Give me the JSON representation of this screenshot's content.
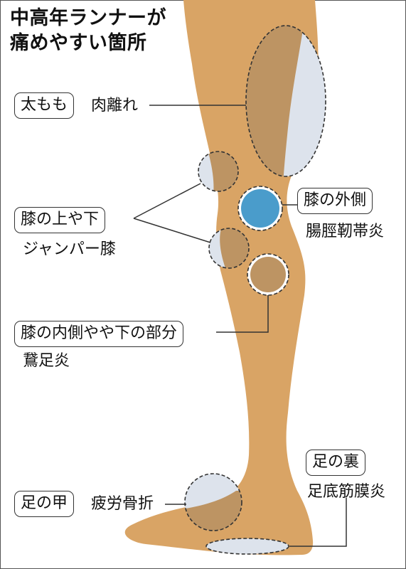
{
  "title": {
    "line1": "中高年ランナーが",
    "line2": "痛めやすい箇所"
  },
  "colors": {
    "leg": "#d9a465",
    "zone": "#bd9463",
    "light": "#dde3ec",
    "highlight": "#4a9ccb",
    "outline": "#333333"
  },
  "callouts": {
    "thigh": {
      "label": "太もも",
      "condition": "肉離れ"
    },
    "knee_above_below": {
      "label": "膝の上や下",
      "condition": "ジャンパー膝"
    },
    "knee_outer": {
      "label": "膝の外側",
      "condition": "腸脛靭帯炎"
    },
    "knee_inner_lower": {
      "label": "膝の内側やや下の部分",
      "condition": "鵞足炎"
    },
    "sole": {
      "label": "足の裏",
      "condition": "足底筋膜炎"
    },
    "instep": {
      "label": "足の甲",
      "condition": "疲労骨折"
    }
  }
}
